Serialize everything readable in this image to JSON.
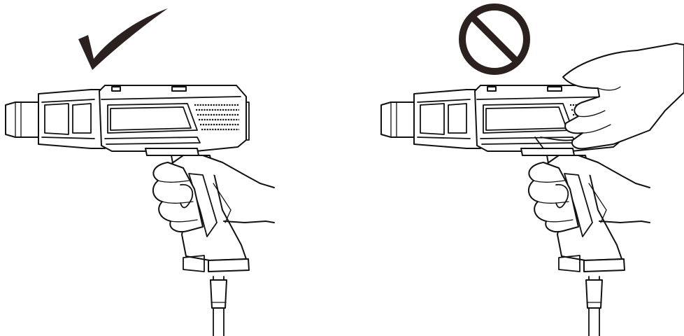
{
  "colors": {
    "stroke": "#111111",
    "mark": "#2b2220",
    "background": "#ffffff"
  },
  "panels": [
    {
      "id": "correct",
      "symbol": "check-mark-icon",
      "hand_position": "grip-only"
    },
    {
      "id": "incorrect",
      "symbol": "prohibited-icon",
      "hand_position": "grip-and-nozzle-housing"
    }
  ]
}
